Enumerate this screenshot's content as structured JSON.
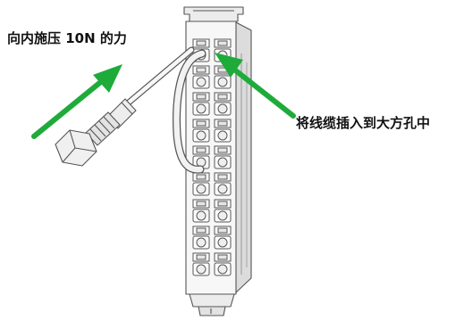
{
  "annotations": {
    "press_instruction": "向内施压 10N 的力",
    "insert_instruction": "将线缆插入到大方孔中"
  },
  "colors": {
    "arrow": "#1eab3a",
    "line": "#555555",
    "fill_light": "#f4f4f4",
    "fill_mid": "#dcdcdc"
  },
  "icons": {
    "connector": "terminal-block-connector",
    "probe": "cable-probe",
    "arrows": "green-direction-arrow"
  }
}
